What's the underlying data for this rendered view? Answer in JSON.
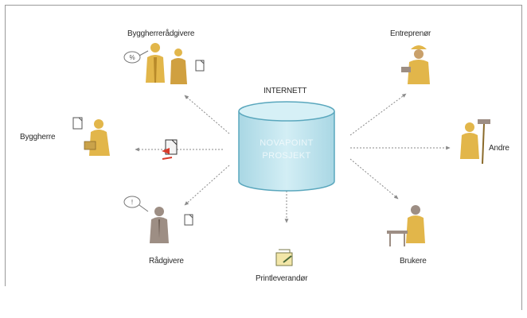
{
  "hub": {
    "label": "INTERNETT",
    "line1": "NOVAPOINT",
    "line2": "PROSJEKT"
  },
  "actors": {
    "byggherreradgivere": "Byggherrerådgivere",
    "byggherre": "Byggherre",
    "radgivere": "Rådgivere",
    "printleverandor": "Printleverandør",
    "entreprenor": "Entreprenør",
    "andre": "Andre",
    "brukere": "Brukere"
  },
  "colors": {
    "hub_fill": "#bfe3ec",
    "hub_stroke": "#5aa7bd",
    "person_gold": "#e2b64a",
    "person_grey": "#9d8e84",
    "arrow": "#8a8a8a"
  }
}
